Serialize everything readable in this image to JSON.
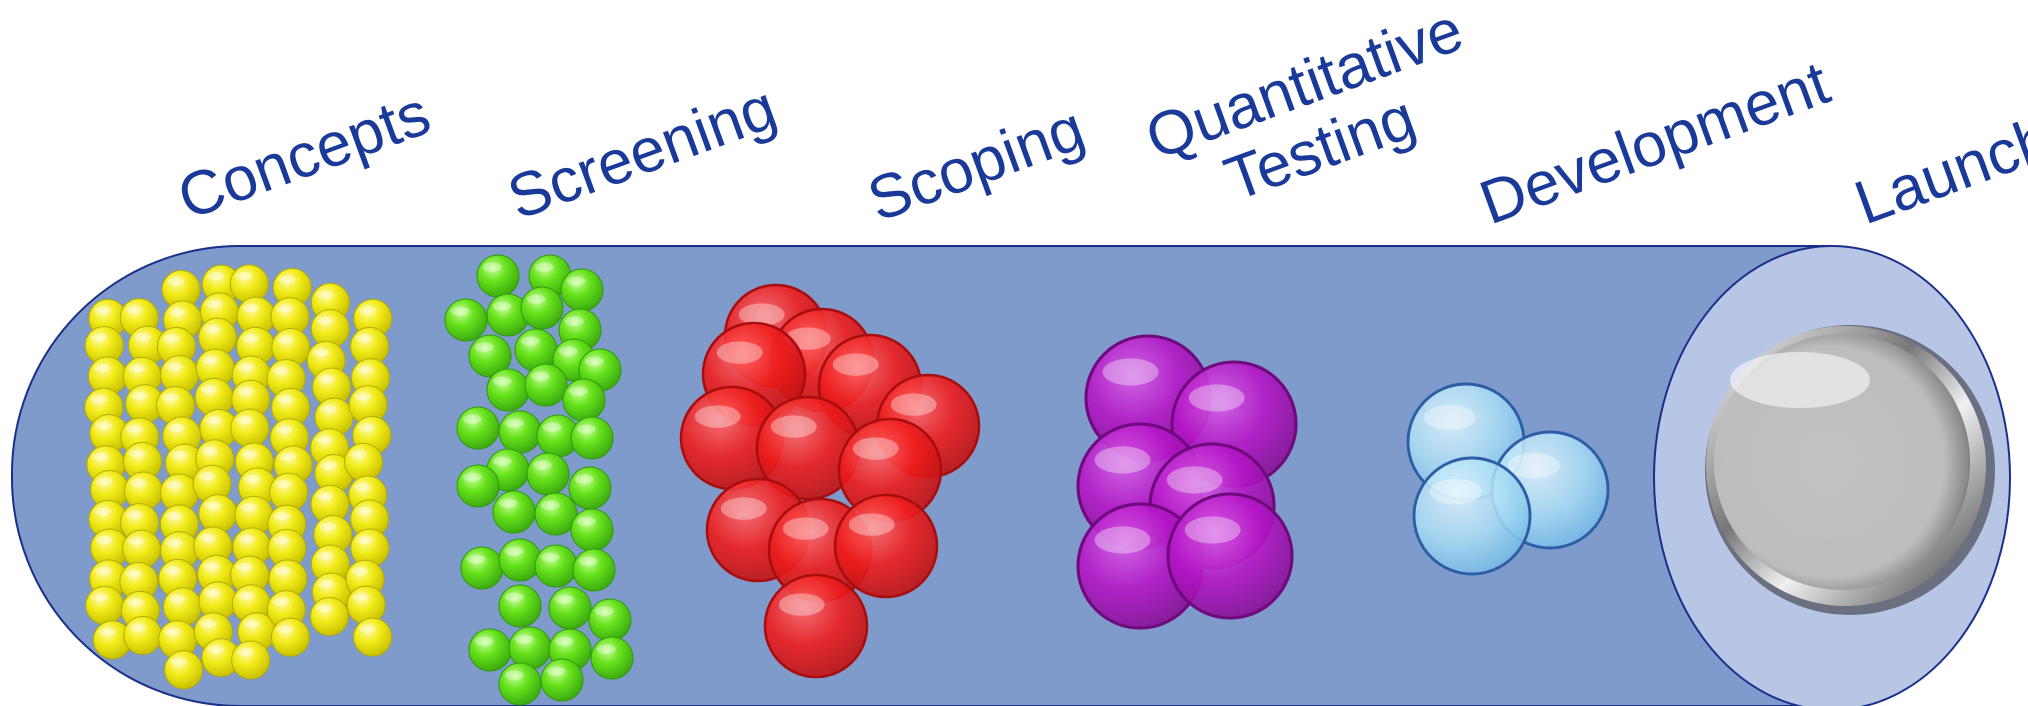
{
  "stages": [
    {
      "id": "concepts",
      "label": "Concepts",
      "lines": [
        "Concepts"
      ],
      "bubble_color": "#f2ec1a",
      "bubble_edge": "#b5ad00"
    },
    {
      "id": "screening",
      "label": "Screening",
      "lines": [
        "Screening"
      ],
      "bubble_color": "#66e21a",
      "bubble_edge": "#2f9a0c"
    },
    {
      "id": "scoping",
      "label": "Scoping",
      "lines": [
        "Scoping"
      ],
      "bubble_color": "#ee1c1c",
      "bubble_edge": "#a80e0e"
    },
    {
      "id": "quantitative-testing",
      "label": "Quantitative Testing",
      "lines": [
        "Quantitative",
        "Testing"
      ],
      "bubble_color": "#b415c6",
      "bubble_edge": "#6e0a7c"
    },
    {
      "id": "development",
      "label": "Development",
      "lines": [
        "Development"
      ],
      "bubble_color": "#a9ddf5",
      "bubble_edge": "#2b5ea6"
    },
    {
      "id": "launch",
      "label": "Launch",
      "lines": [
        "Launch"
      ],
      "bubble_color": "#c4c4c4",
      "bubble_edge": "#3a3a3a"
    }
  ],
  "colors": {
    "pipe_fill": "#7f9bcb",
    "pipe_outline": "#1a2f8a",
    "pipe_end_fill": "#b8c6e6",
    "label_text": "#1a3a99"
  }
}
